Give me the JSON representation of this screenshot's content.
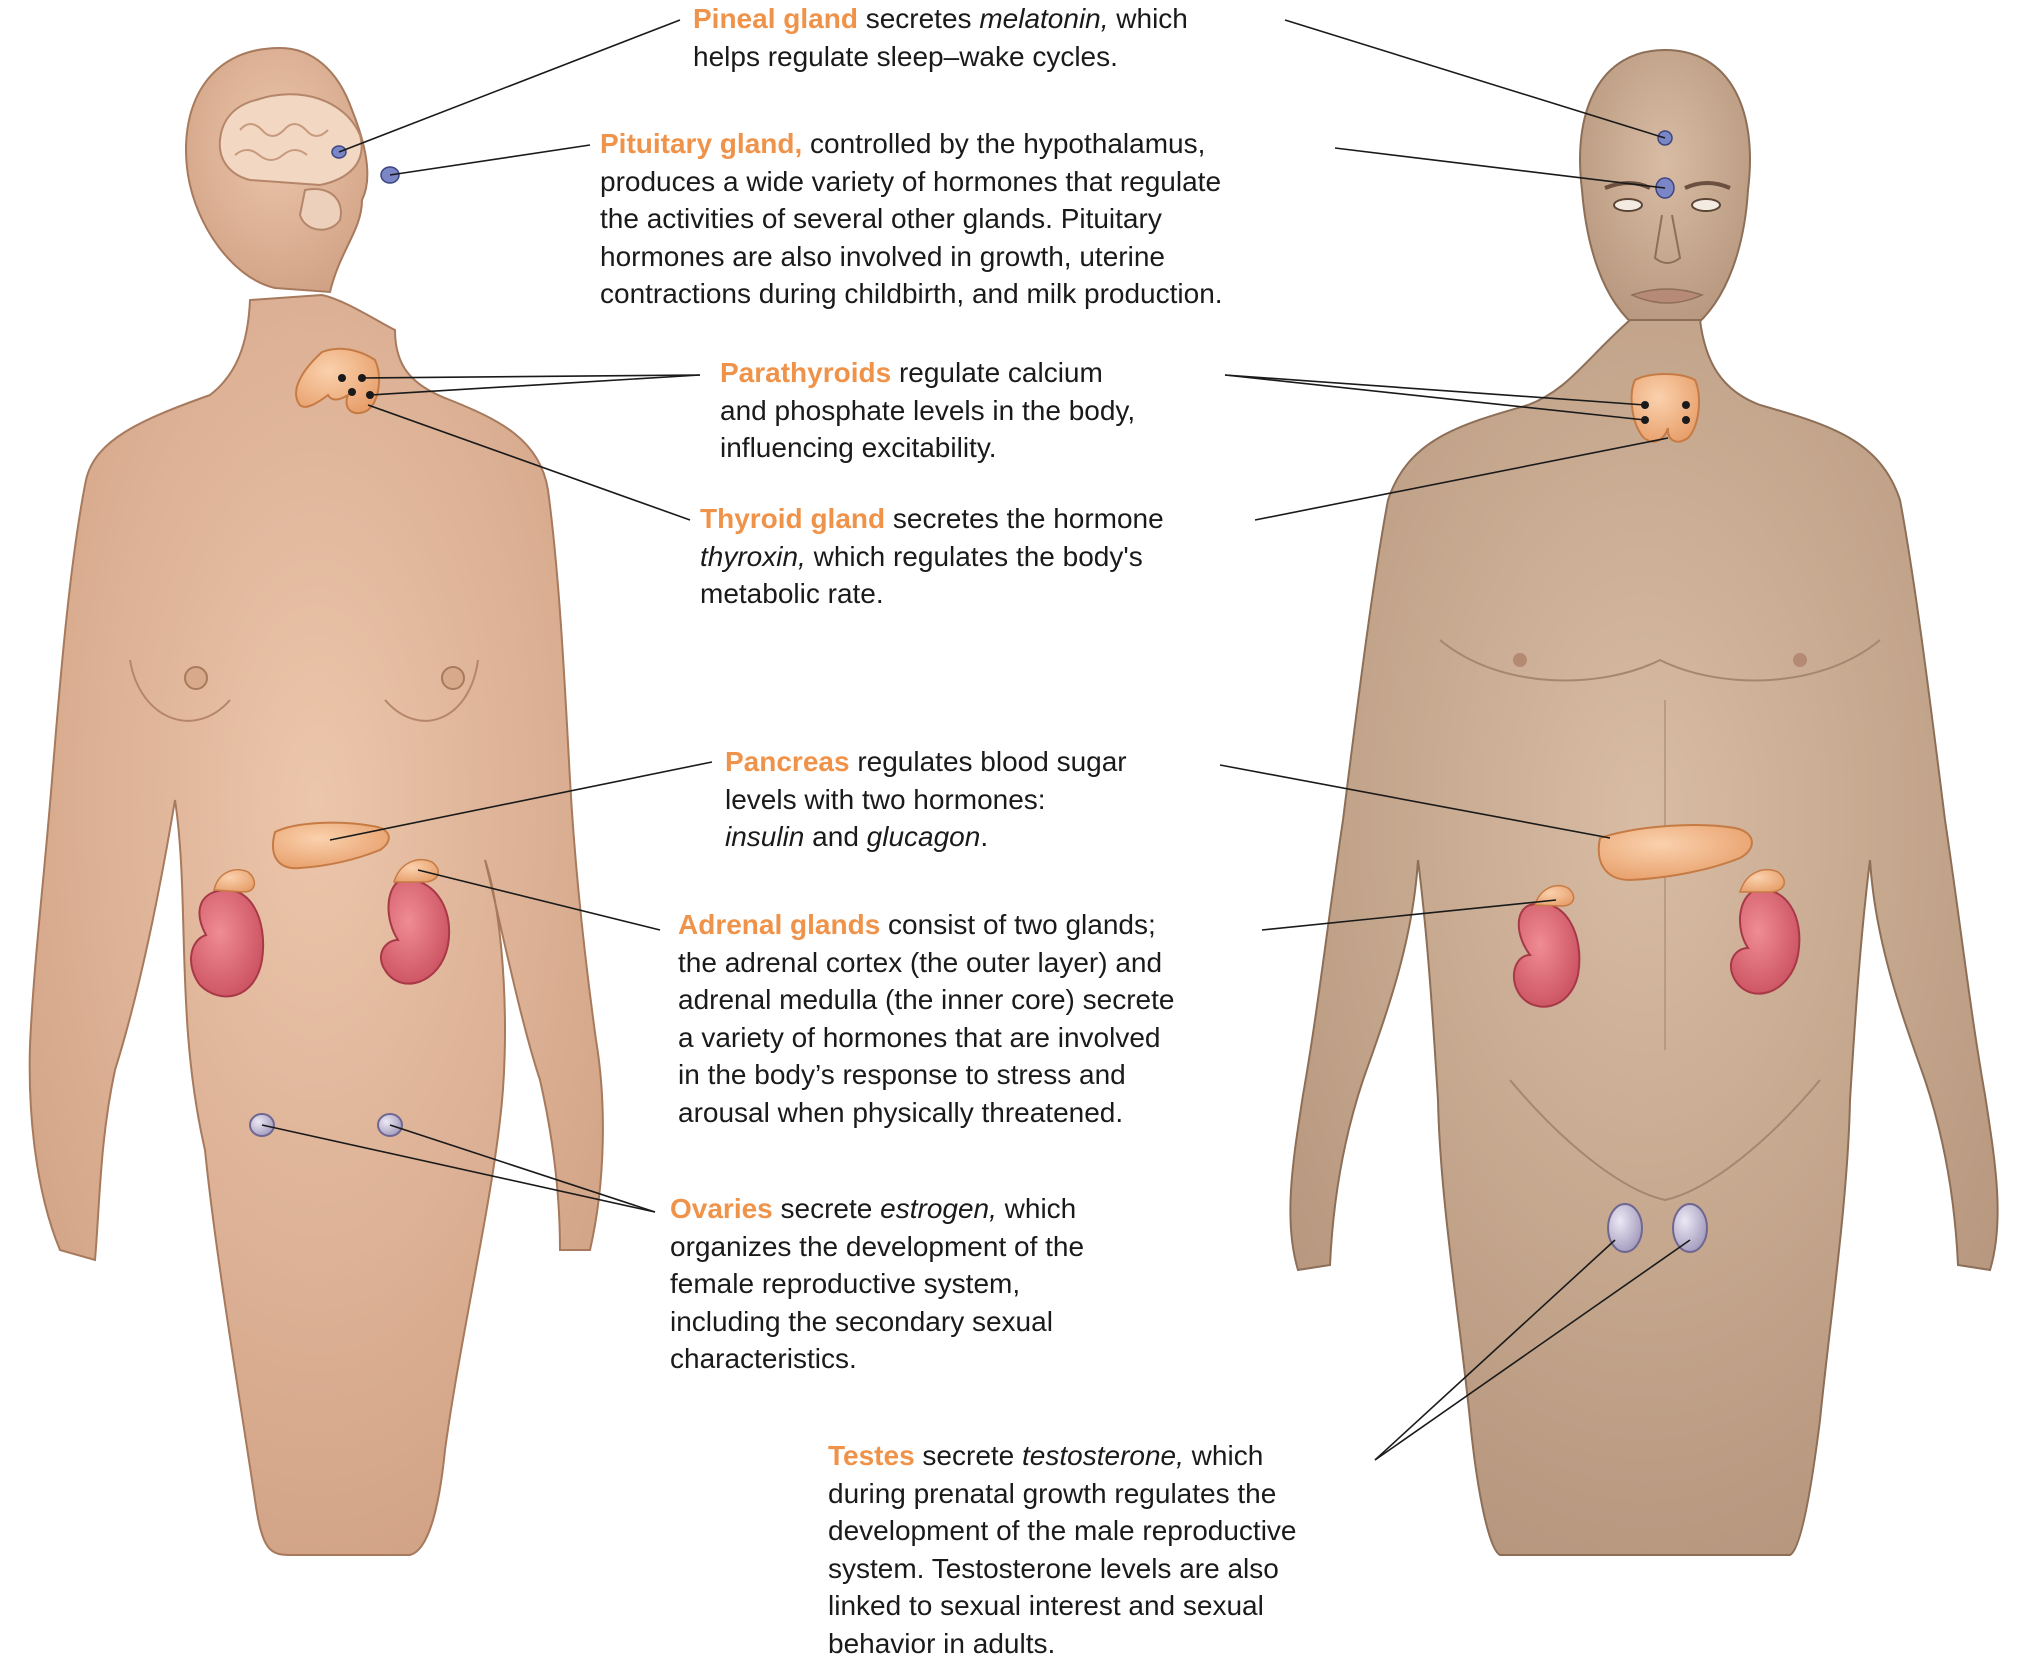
{
  "colors": {
    "accent_term": "#f0934a",
    "text": "#1a1a1a",
    "skin_female": "#e3b89d",
    "skin_male": "#c9a98e",
    "kidney": "#d85f6c",
    "gland": "#f1b585",
    "gonad": "#c9c3db"
  },
  "labels": {
    "pineal": {
      "term": "Pineal gland",
      "l1_a": " secretes ",
      "l1_em": "melatonin,",
      "l1_b": " which",
      "l2": "helps regulate sleep–wake cycles."
    },
    "pituitary": {
      "term": "Pituitary gland,",
      "l1_rest": " controlled by the hypothalamus,",
      "l2": "produces a wide variety of hormones that regulate",
      "l3": "the activities of several other glands. Pituitary",
      "l4": "hormones are also involved in growth, uterine",
      "l5": "contractions during childbirth, and milk production."
    },
    "parathyroids": {
      "term": "Parathyroids",
      "l1_rest": " regulate calcium",
      "l2": "and phosphate levels in the body,",
      "l3": "influencing excitability."
    },
    "thyroid": {
      "term": "Thyroid gland",
      "l1_rest": " secretes the hormone",
      "l2_em": "thyroxin,",
      "l2_rest": " which regulates the body's",
      "l3": "metabolic rate."
    },
    "pancreas": {
      "term": "Pancreas",
      "l1_rest": " regulates blood sugar",
      "l2": "levels with two hormones:",
      "l3_em1": "insulin",
      "l3_mid": " and ",
      "l3_em2": "glucagon",
      "l3_end": "."
    },
    "adrenal": {
      "term": "Adrenal glands",
      "l1_rest": " consist of two glands;",
      "l2": "the adrenal cortex (the outer layer) and",
      "l3": "adrenal medulla (the inner core) secrete",
      "l4": "a variety of hormones that are involved",
      "l5": "in the body’s response to stress and",
      "l6": "arousal when physically threatened."
    },
    "ovaries": {
      "term": "Ovaries",
      "l1_a": " secrete ",
      "l1_em": "estrogen,",
      "l1_b": " which",
      "l2": "organizes the development of the",
      "l3": "female reproductive system,",
      "l4": "including the secondary sexual",
      "l5": "characteristics."
    },
    "testes": {
      "term": "Testes",
      "l1_a": " secrete ",
      "l1_em": "testosterone,",
      "l1_b": " which",
      "l2": "during prenatal growth regulates the",
      "l3": "development of the male reproductive",
      "l4": "system. Testosterone levels are also",
      "l5": "linked to sexual interest and sexual",
      "l6": "behavior in adults."
    }
  }
}
